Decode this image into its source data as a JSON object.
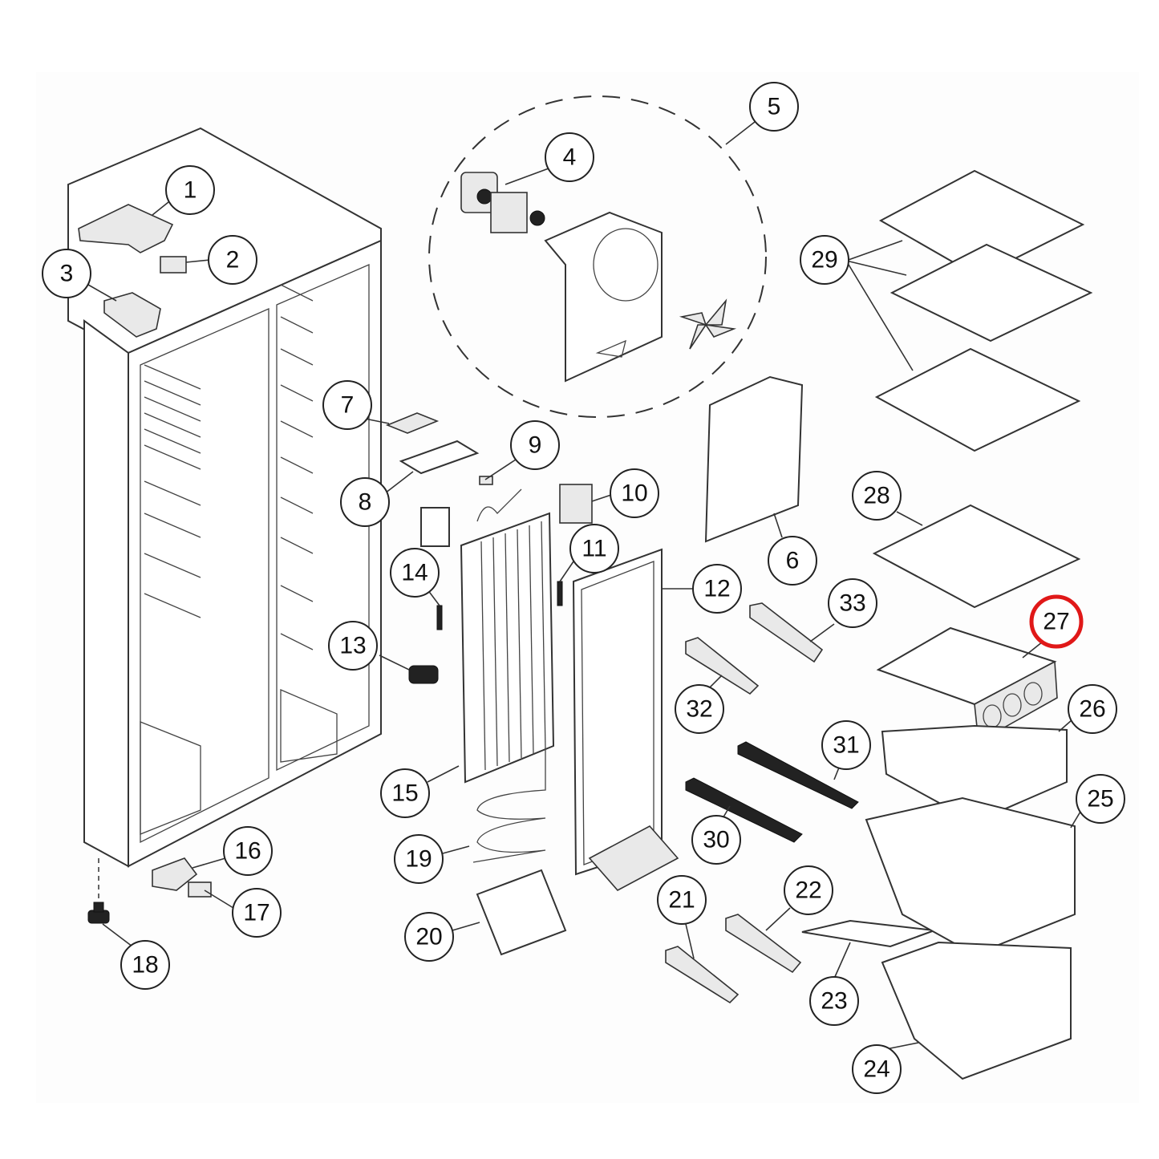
{
  "callouts": [
    {
      "label": "1"
    },
    {
      "label": "2"
    },
    {
      "label": "3"
    },
    {
      "label": "4"
    },
    {
      "label": "5"
    },
    {
      "label": "6"
    },
    {
      "label": "7"
    },
    {
      "label": "8"
    },
    {
      "label": "9"
    },
    {
      "label": "10"
    },
    {
      "label": "11"
    },
    {
      "label": "12"
    },
    {
      "label": "13"
    },
    {
      "label": "14"
    },
    {
      "label": "15"
    },
    {
      "label": "16"
    },
    {
      "label": "17"
    },
    {
      "label": "18"
    },
    {
      "label": "19"
    },
    {
      "label": "20"
    },
    {
      "label": "21"
    },
    {
      "label": "22"
    },
    {
      "label": "23"
    },
    {
      "label": "24"
    },
    {
      "label": "25"
    },
    {
      "label": "26"
    },
    {
      "label": "27"
    },
    {
      "label": "28"
    },
    {
      "label": "29"
    },
    {
      "label": "30"
    },
    {
      "label": "31"
    },
    {
      "label": "32"
    },
    {
      "label": "33"
    }
  ],
  "highlighted_callout": "27",
  "highlight_color": "#e01818"
}
